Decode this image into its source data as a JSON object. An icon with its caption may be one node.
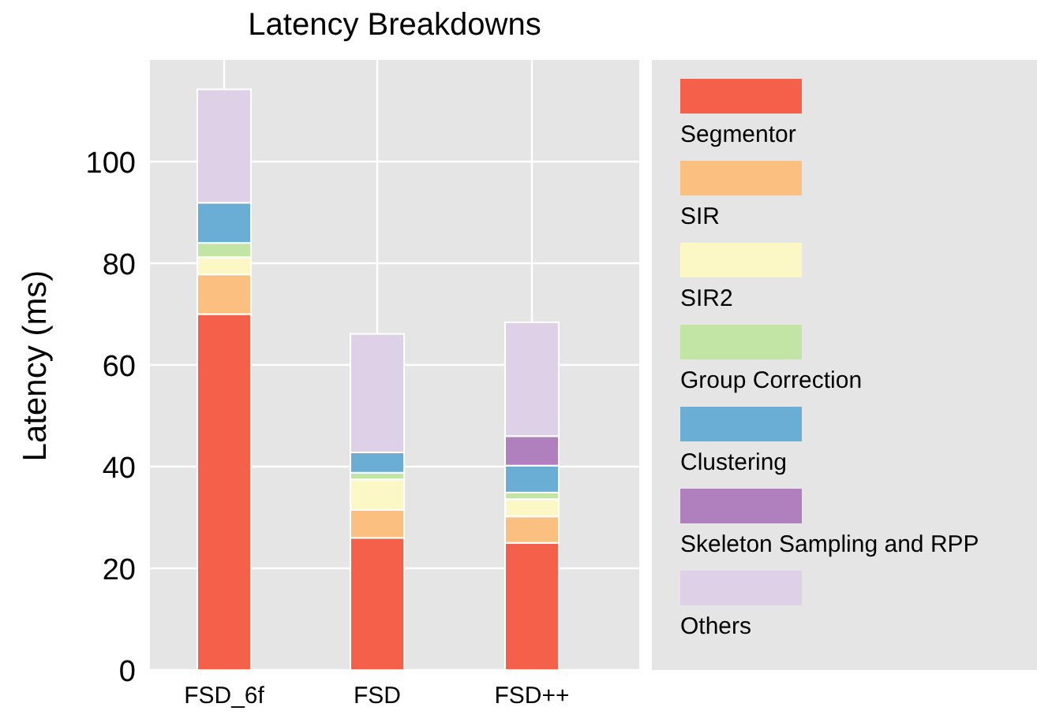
{
  "diagram": {
    "chart_data": {
      "type": "bar",
      "title": "Latency Breakdowns",
      "ylabel": "Latency (ms)",
      "categories": [
        "FSD_6f",
        "FSD",
        "FSD++"
      ],
      "stacked": true,
      "grid": true,
      "orientation": "vertical",
      "ylim": [
        0,
        120
      ],
      "yticks": [
        0,
        20,
        40,
        60,
        80,
        100
      ],
      "series": [
        {
          "name": "Segmentor",
          "color": "#f4604a",
          "values": [
            70,
            26,
            25
          ]
        },
        {
          "name": "SIR",
          "color": "#fbbf80",
          "values": [
            7.8,
            5.5,
            5.2
          ]
        },
        {
          "name": "SIR2",
          "color": "#fbf8c6",
          "values": [
            3.4,
            6.0,
            3.4
          ]
        },
        {
          "name": "Group Correction",
          "color": "#c2e4a4",
          "values": [
            2.8,
            1.3,
            1.3
          ]
        },
        {
          "name": "Clustering",
          "color": "#6aaed6",
          "values": [
            7.9,
            4.0,
            5.3
          ]
        },
        {
          "name": "Skeleton Sampling and RPP",
          "color": "#b07fbe",
          "values": [
            0,
            0,
            5.8
          ]
        },
        {
          "name": "Others",
          "color": "#ddd0e7",
          "values": [
            22.3,
            23.3,
            22.4
          ]
        }
      ]
    }
  }
}
